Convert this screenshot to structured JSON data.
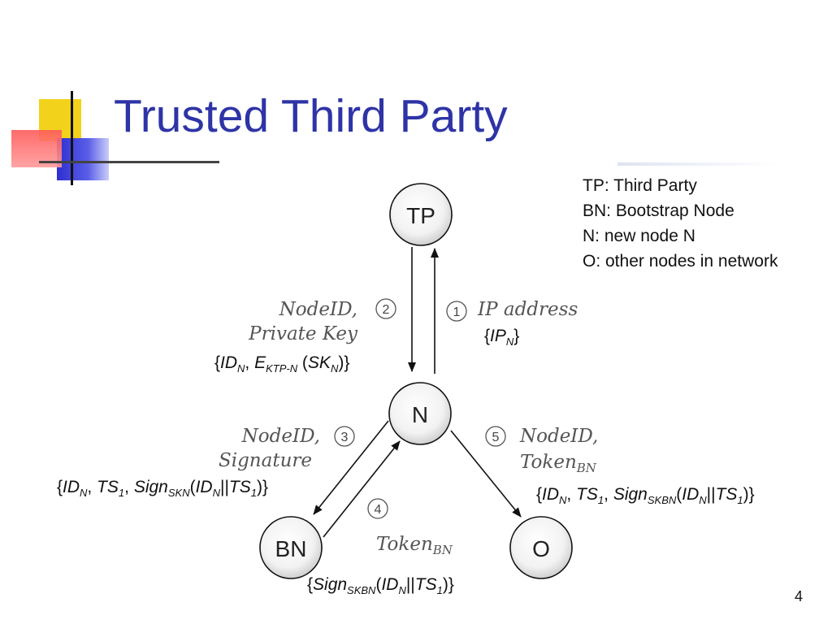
{
  "slide": {
    "title": "Trusted Third Party",
    "page_number": "4"
  },
  "legend": [
    "TP: Third Party",
    "BN: Bootstrap Node",
    "N: new node N",
    "O: other nodes in network"
  ],
  "nodes": {
    "tp": "TP",
    "n": "N",
    "bn": "BN",
    "o": "O"
  },
  "steps": {
    "s1": {
      "num": "1",
      "line1": "IP address"
    },
    "s2": {
      "num": "2",
      "line1": "NodeID,",
      "line2": "Private Key"
    },
    "s3": {
      "num": "3",
      "line1": "NodeID,",
      "line2": "Signature"
    },
    "s4": {
      "num": "4",
      "label": "Token",
      "sub": "BN"
    },
    "s5": {
      "num": "5",
      "line1": "NodeID,",
      "line2": "Token",
      "sub": "BN"
    }
  },
  "annotations": {
    "a1": {
      "open": "{",
      "ip": "IP",
      "ip_sub": "N",
      "close": "}"
    },
    "a2": {
      "open": "{",
      "id": "ID",
      "id_sub": "N",
      "comma": ", ",
      "e": "E",
      "e_sub": "KTP-N",
      "sk_open": " (",
      "sk": "SK",
      "sk_sub": "N",
      "close": ")}"
    },
    "a3": {
      "open": "{",
      "id": "ID",
      "id_sub": "N",
      "c1": ", ",
      "ts": "TS",
      "ts_sub": "1",
      "c2": ", ",
      "sign": "Sign",
      "sign_sub": "SKN",
      "p_open": "(",
      "id2": "ID",
      "id2_sub": "N",
      "bars": "||",
      "ts2": "TS",
      "ts2_sub": "1",
      "close": ")}"
    },
    "a4": {
      "open": "{",
      "id": "ID",
      "id_sub": "N",
      "c1": ", ",
      "ts": "TS",
      "ts_sub": "1",
      "c2": ", ",
      "sign": "Sign",
      "sign_sub": "SKBN",
      "p_open": "(",
      "id2": "ID",
      "id2_sub": "N",
      "bars": "||",
      "ts2": "TS",
      "ts2_sub": "1",
      "close": ")}"
    },
    "a5": {
      "open": "{",
      "sign": "Sign",
      "sign_sub": "SKBN",
      "p_open": "(",
      "id": "ID",
      "id_sub": "N",
      "bars": "||",
      "ts": "TS",
      "ts_sub": "1",
      "close": ")}"
    }
  }
}
